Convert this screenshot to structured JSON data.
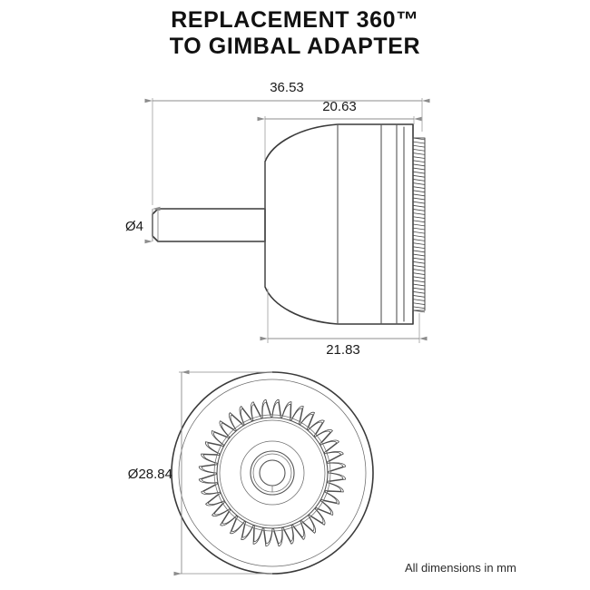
{
  "title": {
    "line1": "REPLACEMENT 360™",
    "line2": "TO GIMBAL ADAPTER"
  },
  "dimensions": {
    "overall_length": "36.53",
    "body_length": "20.63",
    "body_length_lower": "21.83",
    "pin_diameter": "Ø4",
    "outer_diameter": "Ø28.84"
  },
  "note": "All dimensions in mm",
  "views": {
    "side_view_name": "side-elevation-view",
    "bottom_view_name": "bottom-plan-view"
  },
  "colors": {
    "line": "#3a3a3a",
    "dimension": "#8c8c8c",
    "text": "#1a1a1a",
    "background": "#ffffff"
  },
  "geometry": {
    "gear_tooth_count": 36,
    "side_teeth_count": 46
  }
}
